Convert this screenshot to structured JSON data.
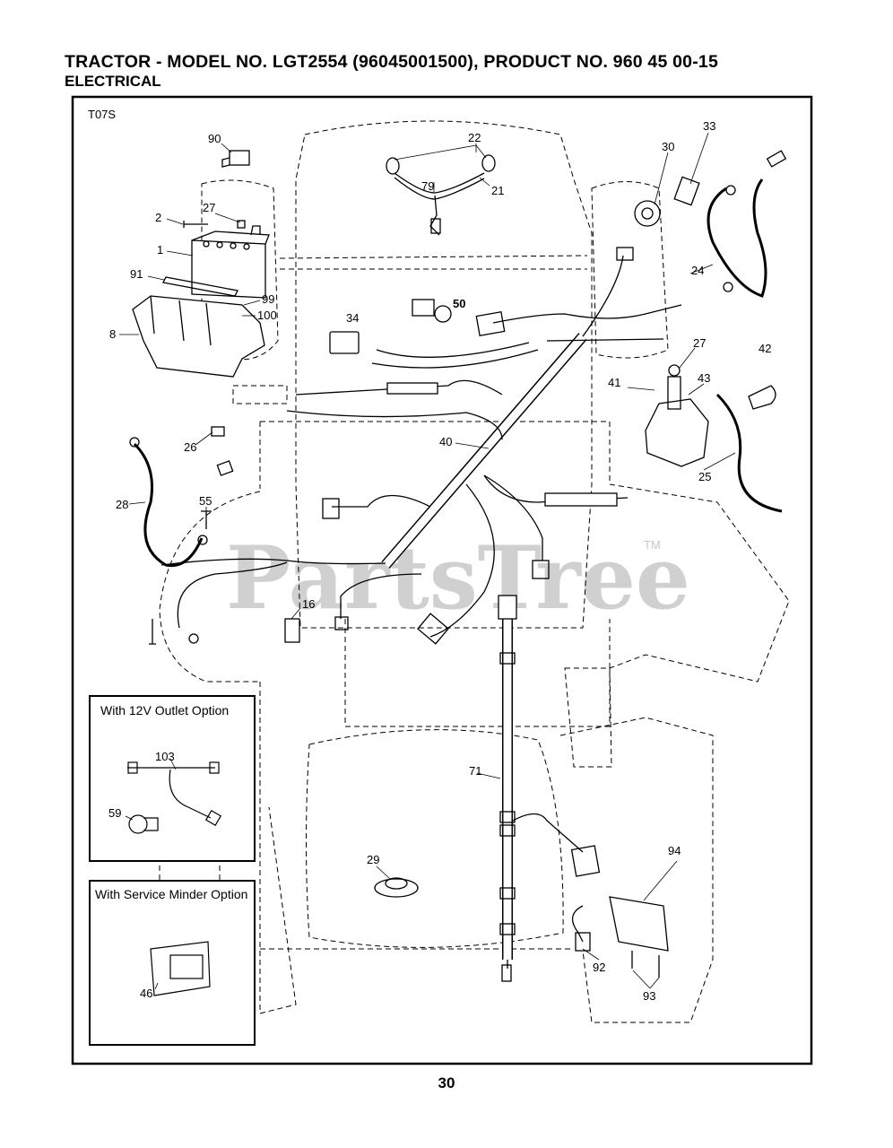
{
  "header": {
    "title": "TRACTOR - MODEL NO. LGT2554 (96045001500), PRODUCT NO. 960 45 00-15",
    "subtitle": "ELECTRICAL"
  },
  "diagram": {
    "ref_code": "T07S",
    "watermark": "PartsTree",
    "watermark_mark": "TM",
    "callouts": {
      "p90": "90",
      "p22": "22",
      "p79": "79",
      "p21": "21",
      "p30": "30",
      "p33": "33",
      "p2": "2",
      "p27a": "27",
      "p1": "1",
      "p91": "91",
      "p99": "99",
      "p100": "100",
      "p8": "8",
      "p34": "34",
      "p50": "50",
      "p24": "24",
      "p27b": "27",
      "p42": "42",
      "p43": "43",
      "p41": "41",
      "p26": "26",
      "p40": "40",
      "p25": "25",
      "p28": "28",
      "p55": "55",
      "p16": "16",
      "p103": "103",
      "p59": "59",
      "p71": "71",
      "p29": "29",
      "p94": "94",
      "p92": "92",
      "p93": "93",
      "p46": "46"
    },
    "options": {
      "outlet_12v": "With 12V Outlet Option",
      "service_minder": "With Service Minder Option"
    }
  },
  "footer": {
    "page_number": "30"
  }
}
